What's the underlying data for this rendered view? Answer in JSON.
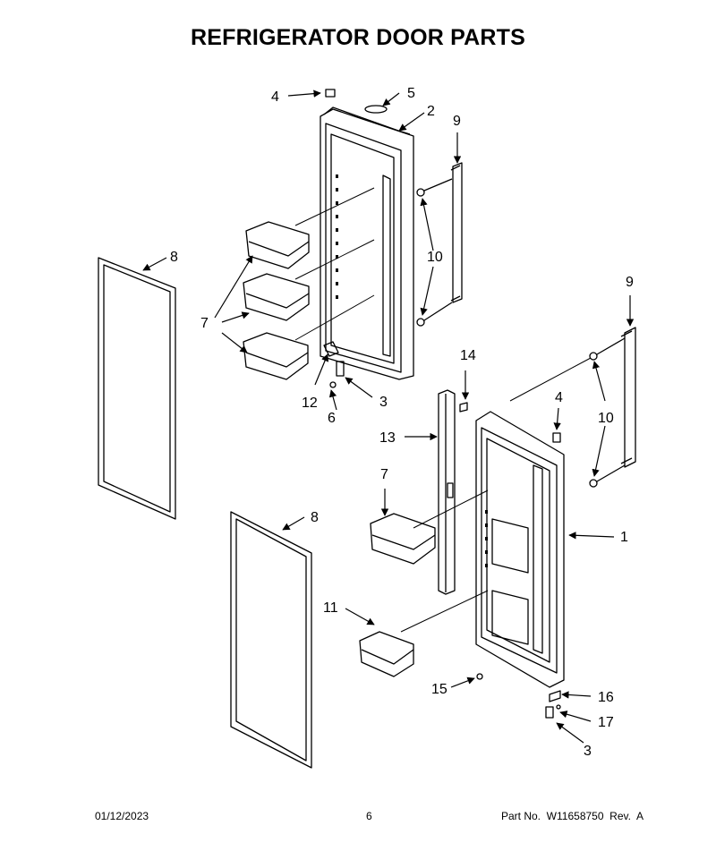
{
  "title": "REFRIGERATOR DOOR PARTS",
  "footer": {
    "date": "01/12/2023",
    "page": "6",
    "part": "Part No.  W11658750  Rev.  A"
  },
  "callouts": [
    "4",
    "5",
    "2",
    "9",
    "10",
    "8",
    "7",
    "12",
    "6",
    "3",
    "14",
    "4",
    "9",
    "10",
    "13",
    "7",
    "1",
    "8",
    "11",
    "15",
    "16",
    "17",
    "3"
  ]
}
